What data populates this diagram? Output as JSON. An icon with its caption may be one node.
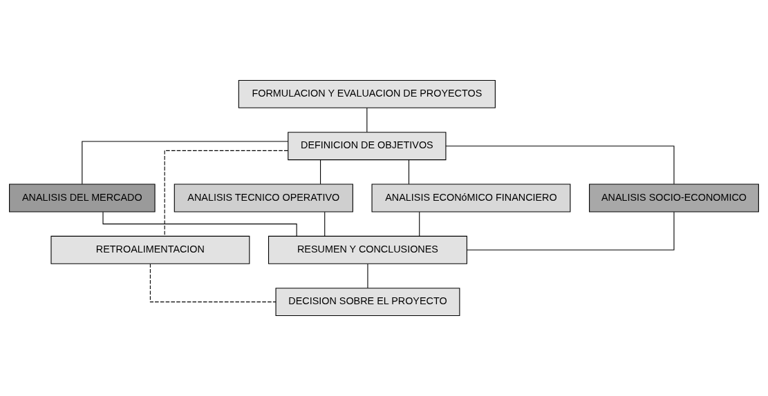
{
  "diagram": {
    "nodes": [
      {
        "text": [
          "FORMULACION Y EVALUACION DE PROYECTOS"
        ]
      },
      {
        "text": [
          "DEFINICION DE OBJETIVOS"
        ]
      },
      {
        "text": [
          "ANALISIS DEL MERCADO"
        ]
      },
      {
        "text": [
          "ANALISIS TECNICO OPERATIVO"
        ]
      },
      {
        "text": [
          "ANALISIS ECONóMICO FINANCIERO"
        ]
      },
      {
        "text": [
          "ANALISIS SOCIO-ECONOMICO"
        ]
      },
      {
        "text": [
          "RETROALIMENTACION"
        ]
      },
      {
        "text": [
          "RESUMEN Y CONCLUSIONES"
        ]
      },
      {
        "text": [
          "DECISION SOBRE EL PROYECTO"
        ]
      }
    ],
    "edges": [
      {
        "from": 0,
        "to": 1,
        "arrow": "none"
      },
      {
        "from": 1,
        "to": 2,
        "arrow": "none"
      },
      {
        "from": 1,
        "to": 3,
        "arrow": "none"
      },
      {
        "from": 1,
        "to": 4,
        "arrow": "none"
      },
      {
        "from": 1,
        "to": 5,
        "arrow": "none"
      },
      {
        "from": 2,
        "to": 7,
        "arrow": "none"
      },
      {
        "from": 3,
        "to": 7,
        "arrow": "none"
      },
      {
        "from": 4,
        "to": 7,
        "arrow": "none"
      },
      {
        "from": 5,
        "to": 7,
        "arrow": "none"
      },
      {
        "from": 1,
        "to": 6,
        "arrow": "none",
        "style": "dashed"
      },
      {
        "from": 7,
        "to": 8,
        "arrow": "none"
      },
      {
        "from": 6,
        "to": 8,
        "arrow": "none",
        "style": "dashed"
      }
    ]
  }
}
